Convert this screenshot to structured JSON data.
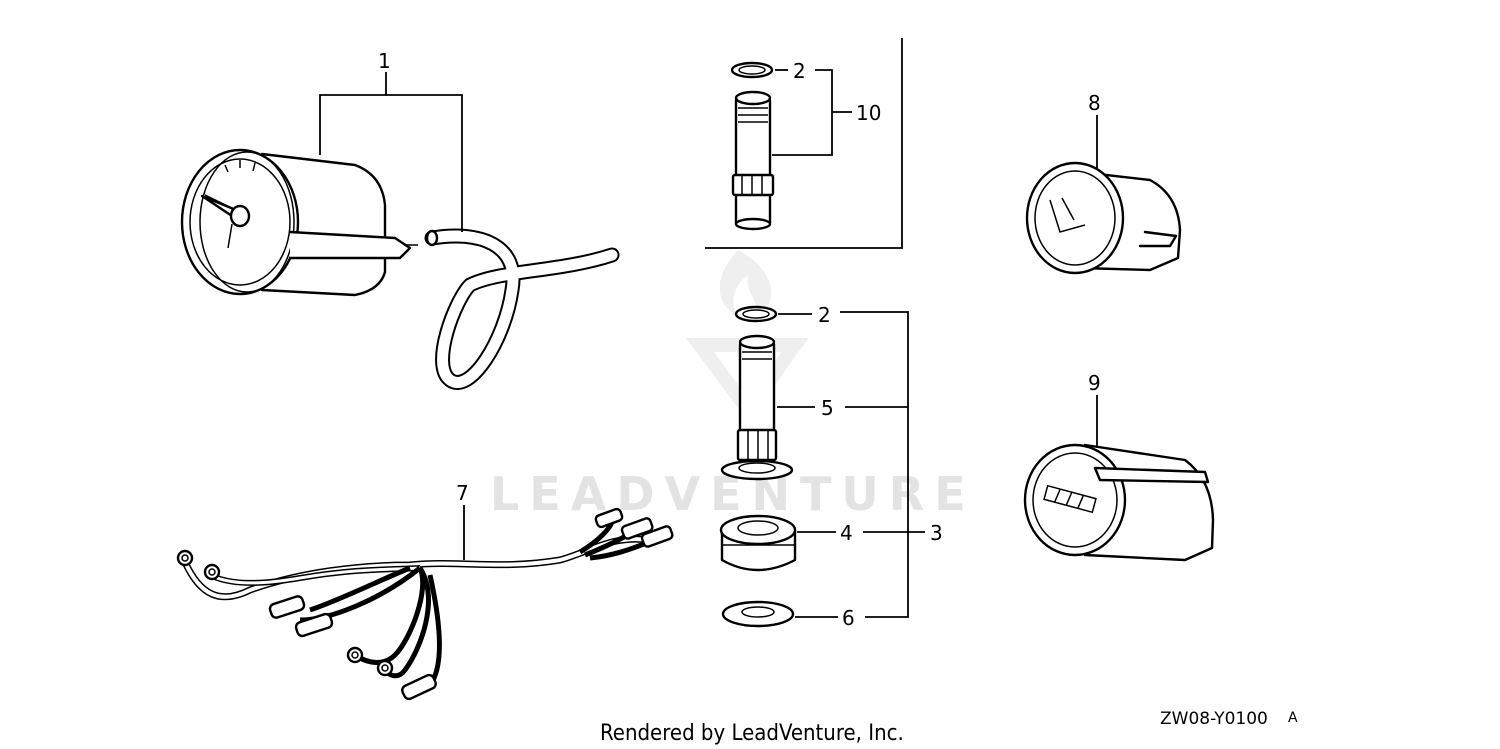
{
  "diagram": {
    "callouts": [
      "1",
      "2",
      "10",
      "8",
      "2",
      "5",
      "9",
      "7",
      "4",
      "3",
      "6"
    ],
    "watermark": "LEADVENTURE",
    "credit": "Rendered by LeadVenture, Inc.",
    "diagram_code": "ZW08-Y0100",
    "diagram_code_suffix": "A"
  }
}
